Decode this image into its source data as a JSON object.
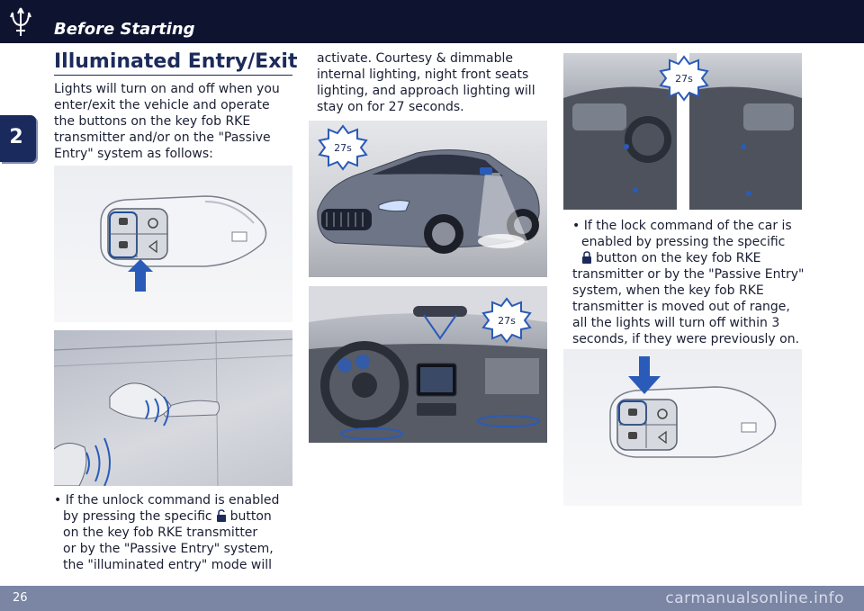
{
  "header": {
    "section": "Before Starting",
    "chapter": "2"
  },
  "title": "Illuminated Entry/Exit",
  "intro": [
    "Lights will turn on and off when you",
    "enter/exit the vehicle and operate",
    "the buttons on the key fob RKE",
    "transmitter and/or on the \"Passive",
    "Entry\" system as follows:"
  ],
  "bullet1": {
    "l1a": "• If the unlock command is enabled",
    "l2a": "by pressing the specific",
    "l2b": "button",
    "l3": "on the key fob RKE transmitter",
    "l4": "or by the \"Passive Entry\" system,",
    "l5": "the \"illuminated entry\" mode will"
  },
  "col2": [
    "activate. Courtesy & dimmable",
    "internal lighting, night front seats",
    "lighting, and approach lighting will",
    "stay on for 27 seconds."
  ],
  "bullet2": {
    "l1": "• If the lock command of the car is",
    "l2": "enabled by pressing the specific",
    "l3": "button on the key fob RKE",
    "l4": "transmitter or by the \"Passive Entry\"",
    "l5": "system, when the key fob RKE",
    "l6": "transmitter is moved out of range,",
    "l7": "all the lights will turn off within 3",
    "l8": "seconds, if they were previously on."
  },
  "timer_label": "27s",
  "footer": {
    "page": "26",
    "watermark": "carmanualsonline.info"
  },
  "icons": [
    "maserati-trident-icon",
    "lock-icon",
    "unlock-icon",
    "arrow-up-icon",
    "arrow-down-icon"
  ],
  "colors": {
    "header": "#0e1430",
    "accent": "#2a5bb8",
    "footer": "#7b86a5"
  }
}
